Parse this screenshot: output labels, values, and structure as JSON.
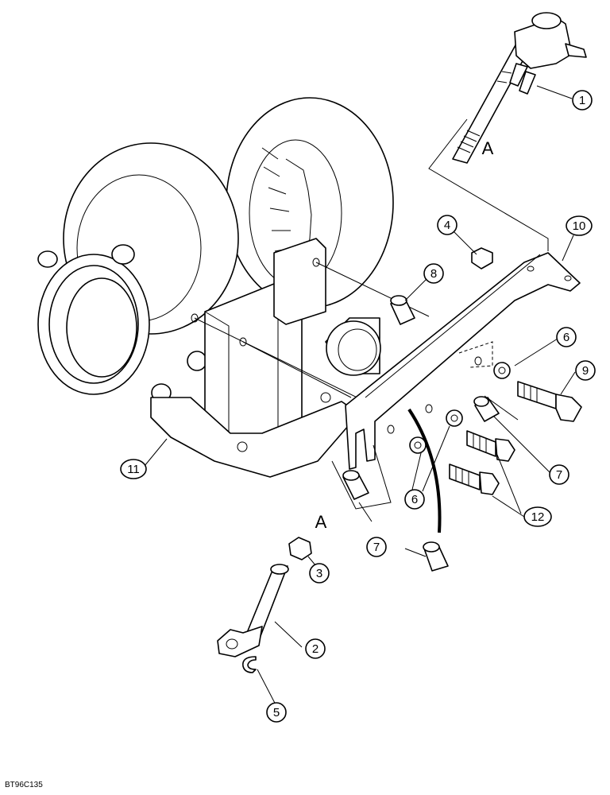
{
  "diagram": {
    "figure_code": "BT96C135",
    "view_letters": {
      "top": "A",
      "bottom": "A"
    },
    "callouts": [
      "1",
      "2",
      "3",
      "4",
      "5",
      "6",
      "7",
      "8",
      "9",
      "10",
      "11",
      "12"
    ],
    "duplicate_callouts": [
      "6",
      "7",
      "7",
      "12"
    ]
  }
}
